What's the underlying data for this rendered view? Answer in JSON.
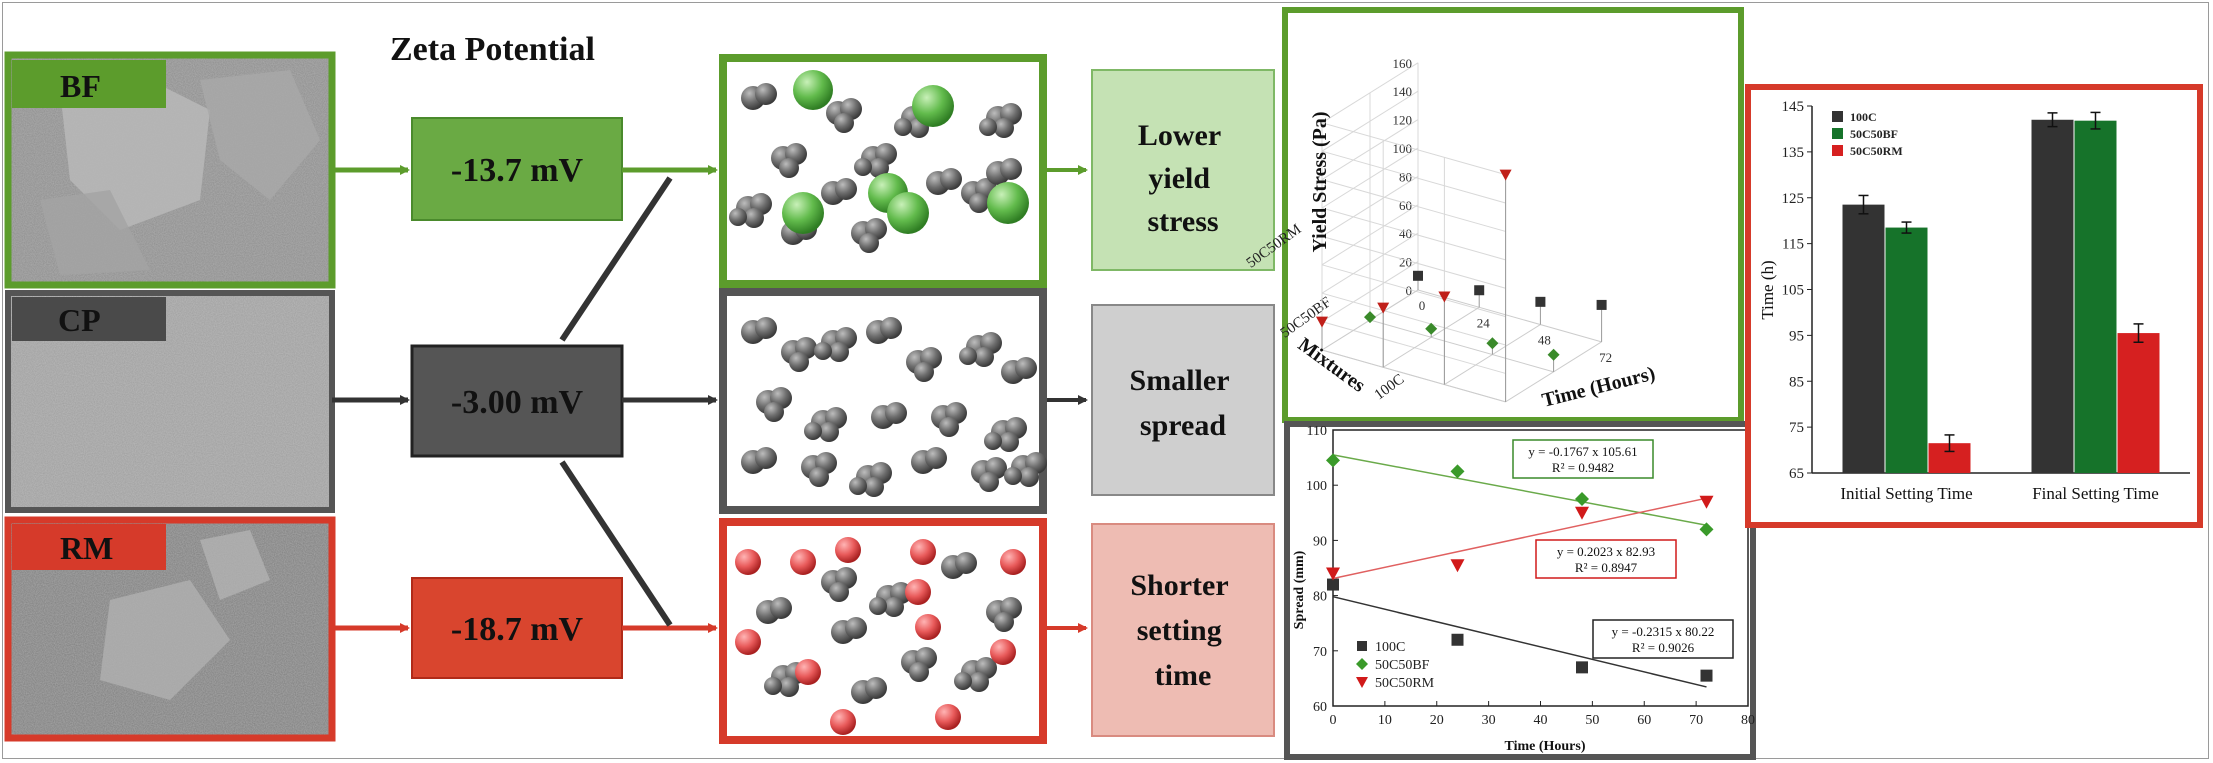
{
  "title": "Zeta Potential",
  "materials": [
    {
      "id": "bf",
      "label": "BF",
      "zeta": "-13.7 mV",
      "color": "#5c9c2c",
      "light": "#c5e2b4",
      "effect": [
        "Lower",
        "yield",
        "stress"
      ]
    },
    {
      "id": "cp",
      "label": "CP",
      "zeta": "-3.00 mV",
      "color": "#4a4a4a",
      "light": "#cfcfcf",
      "effect": [
        "Smaller",
        "spread"
      ]
    },
    {
      "id": "rm",
      "label": "RM",
      "zeta": "-18.7 mV",
      "color": "#d63a2a",
      "light": "#eebcb3",
      "effect": [
        "Shorter",
        "setting",
        "time"
      ]
    }
  ],
  "chart_data": [
    {
      "type": "scatter",
      "subtype": "3d-stem",
      "zlabel": "Yield Stress (Pa)",
      "xlabel": "Time (Hours)",
      "ylabel": "Mixtures",
      "zticks": [
        "0",
        "20",
        "40",
        "60",
        "80",
        "100",
        "120",
        "140",
        "160"
      ],
      "xticks": [
        "0",
        "24",
        "48",
        "72"
      ],
      "yticks": [
        "100C",
        "50C50BF",
        "50C50RM"
      ],
      "series": [
        {
          "name": "100C",
          "marker": "square",
          "color": "#333333",
          "x": [
            0,
            24,
            48,
            72
          ],
          "y": [
            10,
            12,
            16,
            26
          ]
        },
        {
          "name": "50C50BF",
          "marker": "diamond",
          "color": "#3a8a2a",
          "x": [
            0,
            24,
            48,
            72
          ],
          "y": [
            2,
            6,
            8,
            12
          ]
        },
        {
          "name": "50C50RM",
          "marker": "triangle-down",
          "color": "#c0201a",
          "x": [
            0,
            24,
            48,
            72
          ],
          "y": [
            20,
            42,
            62,
            160
          ]
        }
      ]
    },
    {
      "type": "scatter",
      "subtype": "linear-fit",
      "xlabel": "Time (Hours)",
      "ylabel": "Spread (mm)",
      "xlim": [
        0,
        80
      ],
      "ylim": [
        60,
        110
      ],
      "xticks": [
        "0",
        "10",
        "20",
        "30",
        "40",
        "50",
        "60",
        "70",
        "80"
      ],
      "yticks": [
        "60",
        "70",
        "80",
        "90",
        "100",
        "110"
      ],
      "legend": [
        "100C",
        "50C50BF",
        "50C50RM"
      ],
      "series": [
        {
          "name": "100C",
          "marker": "square",
          "color": "#333333",
          "x": [
            0,
            24,
            48,
            72
          ],
          "y": [
            82,
            72,
            67,
            65.5
          ],
          "fit": "y = -0.2315 x 80.22",
          "r2": "R² = 0.9026",
          "line_color": "#333333"
        },
        {
          "name": "50C50BF",
          "marker": "diamond",
          "color": "#3a9a2a",
          "x": [
            0,
            24,
            48,
            72
          ],
          "y": [
            104.5,
            102.5,
            97.5,
            92
          ],
          "fit": "y = -0.1767 x 105.61",
          "r2": "R² = 0.9482",
          "line_color": "#6aaa4a"
        },
        {
          "name": "50C50RM",
          "marker": "triangle-down",
          "color": "#d11a1a",
          "x": [
            0,
            24,
            48,
            72
          ],
          "y": [
            84,
            85.5,
            95,
            97
          ],
          "fit": "y = 0.2023 x 82.93",
          "r2": "R² = 0.8947",
          "line_color": "#e06060"
        }
      ]
    },
    {
      "type": "bar",
      "ylabel": "Time (h)",
      "ylim": [
        65,
        145
      ],
      "yticks": [
        "65",
        "75",
        "85",
        "95",
        "105",
        "115",
        "125",
        "135",
        "145"
      ],
      "categories": [
        "Initial Setting Time",
        "Final Setting Time"
      ],
      "series": [
        {
          "name": "100C",
          "color": "#333333",
          "values": [
            123.5,
            142
          ],
          "err": [
            2,
            1.5
          ]
        },
        {
          "name": "50C50BF",
          "color": "#16732a",
          "values": [
            118.5,
            141.8
          ],
          "err": [
            1.2,
            1.8
          ]
        },
        {
          "name": "50C50RM",
          "color": "#d62020",
          "values": [
            71.5,
            95.5
          ],
          "err": [
            1.8,
            2
          ]
        }
      ]
    }
  ]
}
